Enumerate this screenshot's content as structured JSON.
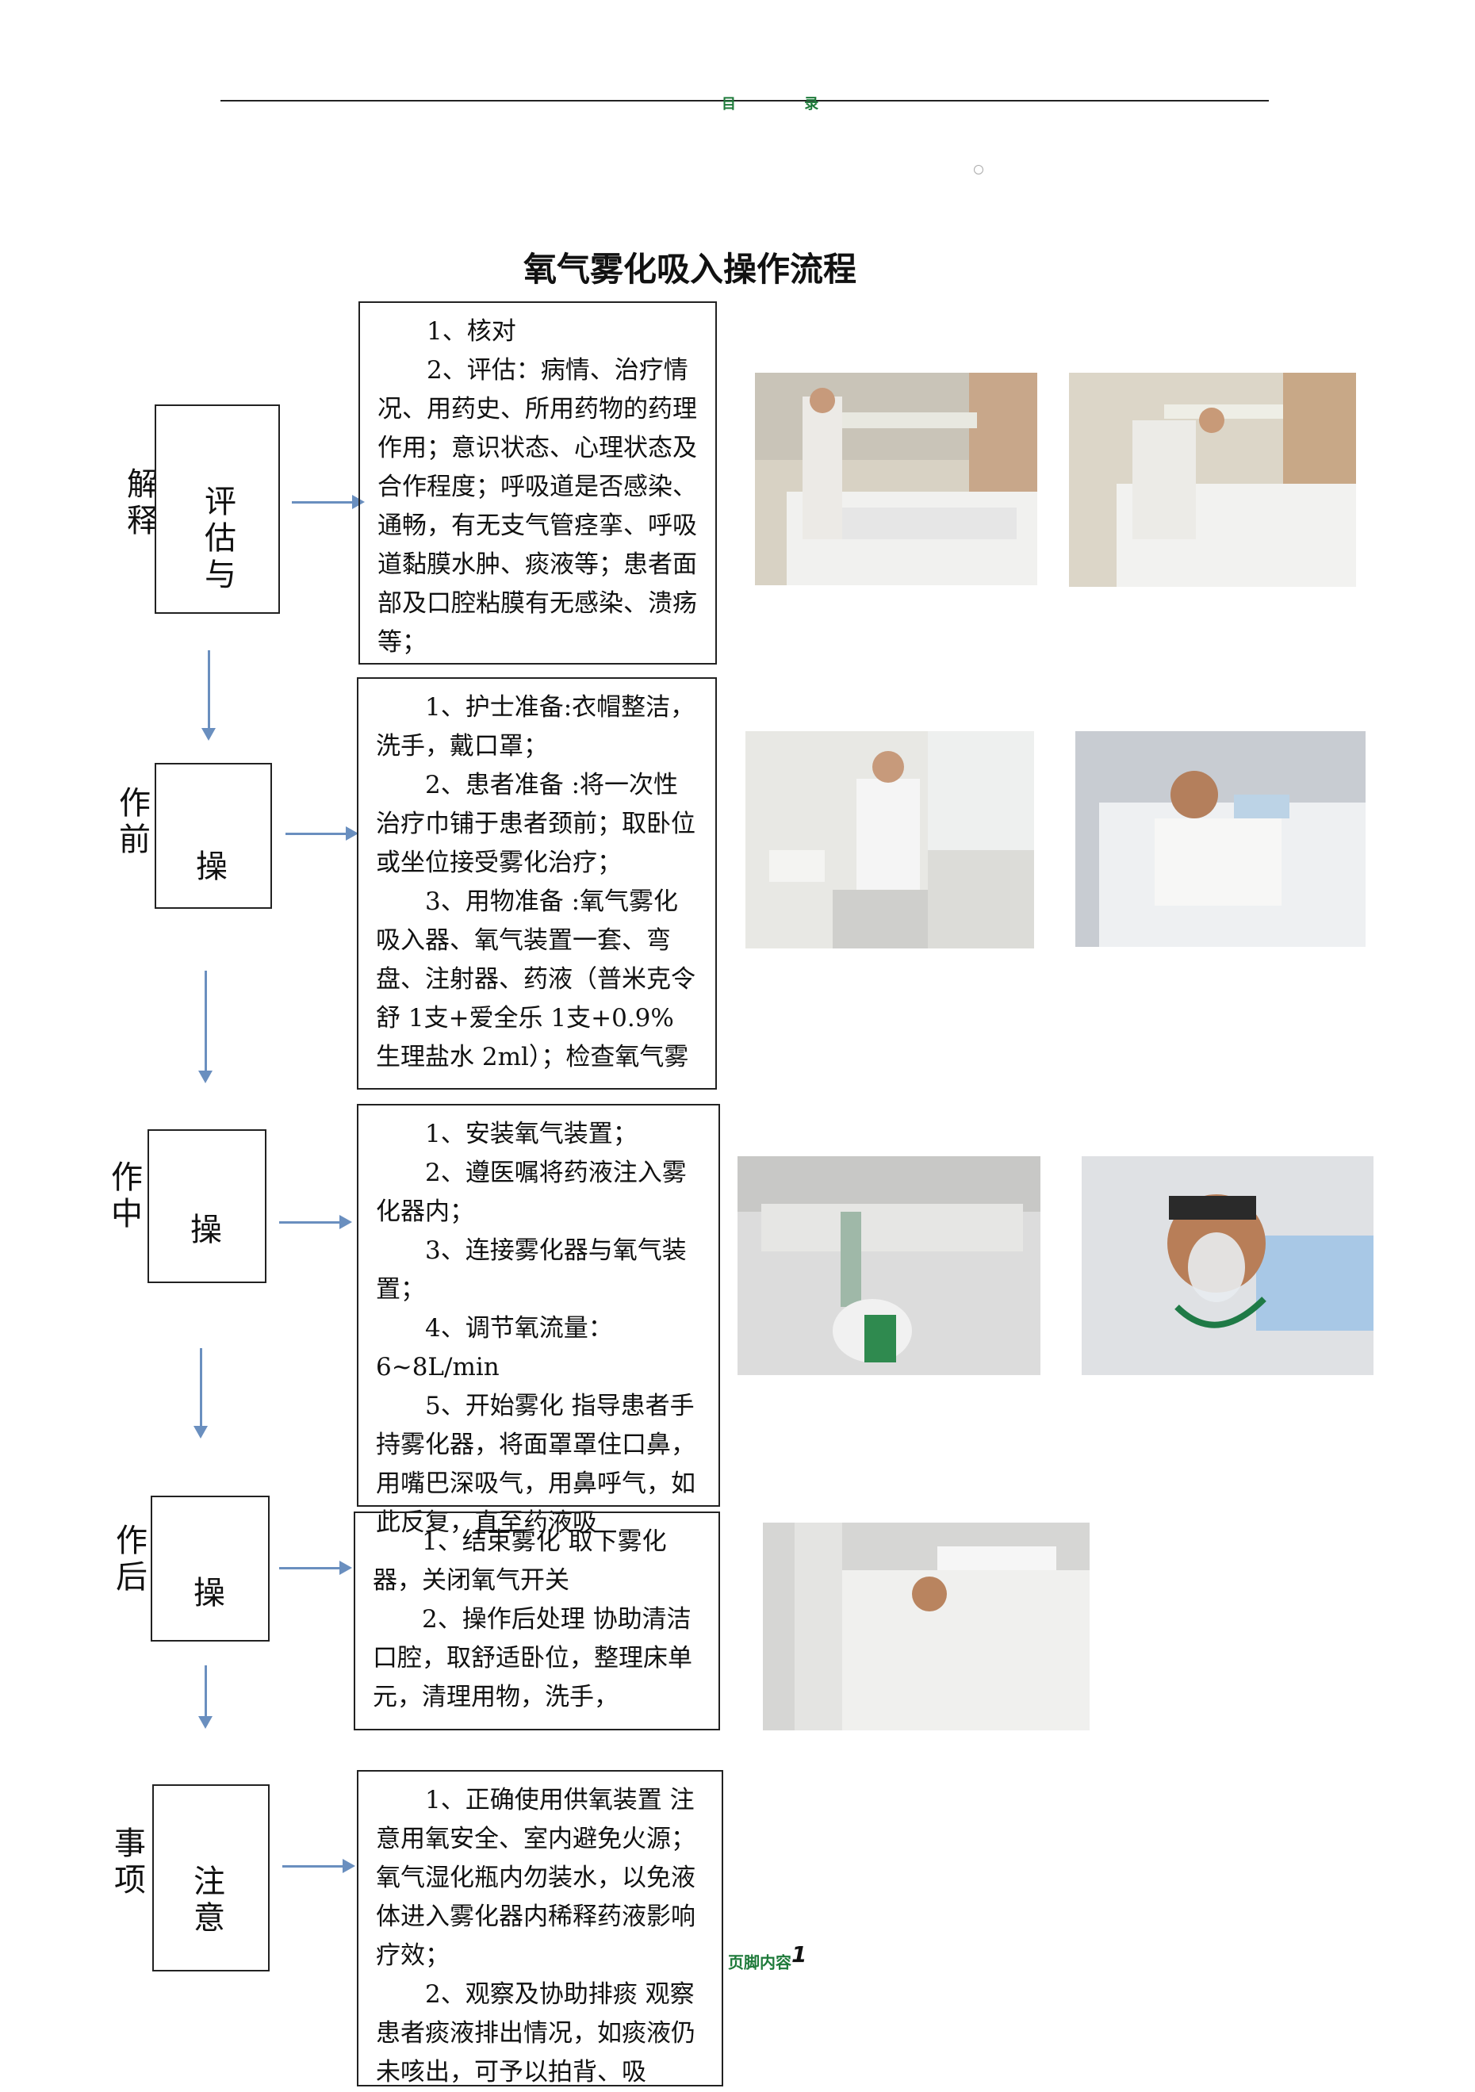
{
  "header": {
    "toc_label": "目 录"
  },
  "title": "氧气雾化吸入操作流程",
  "stages": [
    {
      "outer": "解释",
      "inner": "评估与"
    },
    {
      "outer": "作前",
      "inner": "操"
    },
    {
      "outer": "作中",
      "inner": "操"
    },
    {
      "outer": "作后",
      "inner": "操"
    },
    {
      "outer": "事项",
      "inner": "注意"
    }
  ],
  "steps": [
    [
      "1、核对",
      "2、评估：病情、治疗情况、用药史、所用药物的药理作用；意识状态、心理状态及合作程度；呼吸道是否感染、通畅，有无支气管痉挛、呼吸道黏膜水肿、痰液等；患者面部及口腔粘膜有无感染、溃疡等；"
    ],
    [
      "1、护士准备:衣帽整洁，洗手，戴口罩；",
      "2、患者准备 :将一次性治疗巾铺于患者颈前；取卧位或坐位接受雾化治疗；",
      "3、用物准备 :氧气雾化吸入器、氧气装置一套、弯盘、注射器、药液（普米克令舒 1支+爱全乐 1支+0.9%生理盐水 2ml）；检查氧气雾"
    ],
    [
      "1、安装氧气装置；",
      "2、遵医嘱将药液注入雾化器内；",
      "3、连接雾化器与氧气装置；",
      "4、调节氧流量：6~8L/min",
      "5、开始雾化  指导患者手持雾化器，将面罩罩住口鼻，用嘴巴深吸气，用鼻呼气，如此反复，直至药液吸"
    ],
    [
      "1、结束雾化    取下雾化器，关闭氧气开关",
      "2、操作后处理  协助清洁口腔，取舒适卧位，整理床单元，清理用物，洗手，"
    ],
    [
      "1、正确使用供氧装置  注意用氧安全、室内避免火源；氧气湿化瓶内勿装水，以免液体进入雾化器内稀释药液影响疗效；",
      "2、观察及协助排痰  观察患者痰液排出情况，如痰液仍未咳出，可予以拍背、吸"
    ]
  ],
  "footer": {
    "text": "页脚内容",
    "page": "1"
  },
  "colors": {
    "arrow": "#6a8fbf",
    "header_green": "#1e7a3a"
  },
  "icons": [
    "arrow-right-icon",
    "arrow-down-icon"
  ]
}
